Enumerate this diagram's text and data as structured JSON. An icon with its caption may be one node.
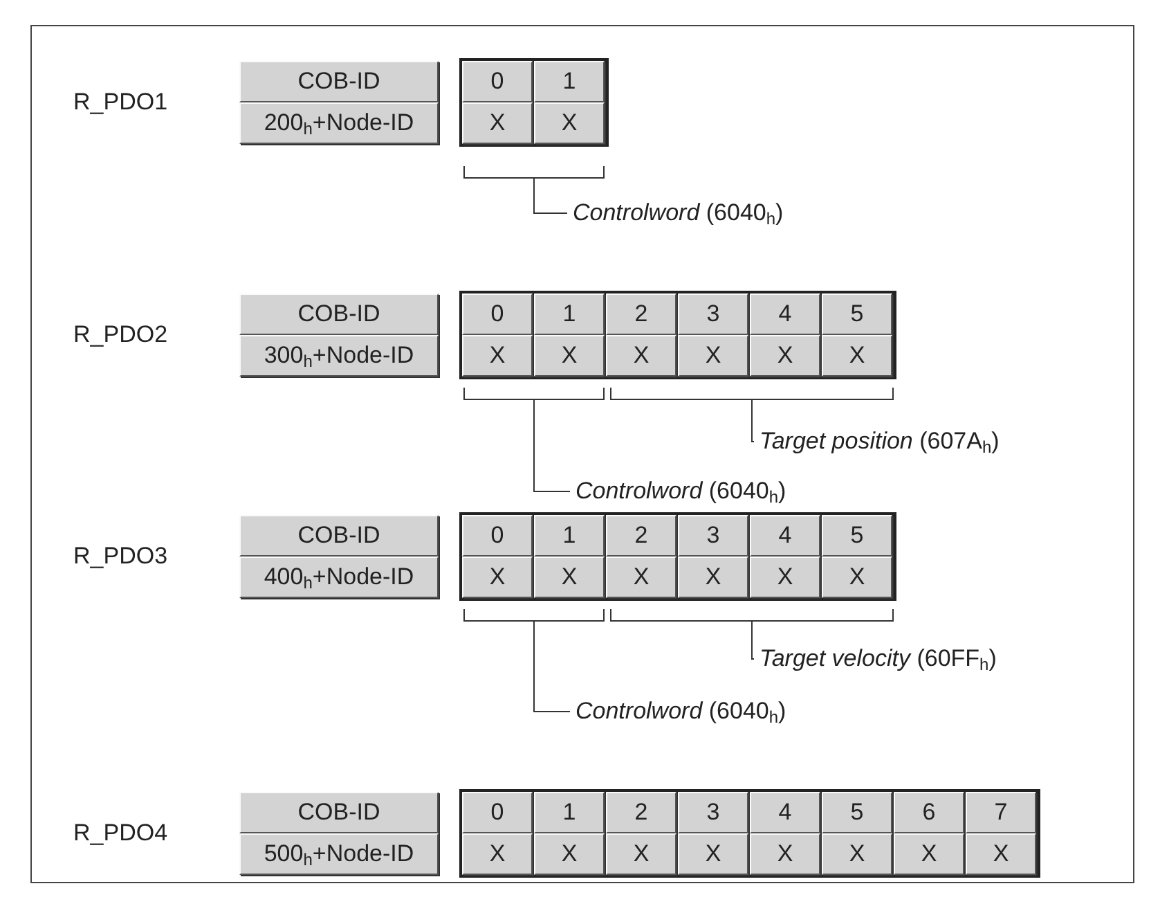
{
  "diagram": {
    "nodes": [
      {
        "text": [],
        "shape": "bracket"
      },
      {
        "text": [
          "*Controlword* (6040$_{h}$)"
        ]
      },
      {
        "text": [],
        "shape": "bracket"
      },
      {
        "text": [],
        "shape": "bracket"
      },
      {
        "text": [
          "*Target position* (607A$_{h}$)"
        ]
      },
      {
        "text": [
          "*Controlword* (6040$_{h}$)"
        ]
      },
      {
        "text": [],
        "shape": "bracket"
      },
      {
        "text": [],
        "shape": "bracket"
      },
      {
        "text": [
          "*Target velocity* (60FF$_{h}$)"
        ]
      },
      {
        "text": [
          "*Controlword* (6040$_{h}$)"
        ]
      }
    ],
    "edges": [
      {
        "from": 1,
        "to": 0,
        "arrow": "none"
      },
      {
        "from": 4,
        "to": 3,
        "arrow": "none"
      },
      {
        "from": 5,
        "to": 2,
        "arrow": "none"
      },
      {
        "from": 8,
        "to": 7,
        "arrow": "none"
      },
      {
        "from": 9,
        "to": 6,
        "arrow": "none"
      }
    ],
    "labels": [
      "R_PDO1",
      "COB-ID",
      "0",
      "1",
      "200$_{h}$+Node-ID",
      "X",
      "X",
      "R_PDO2",
      "COB-ID",
      "0",
      "1",
      "2",
      "3",
      "4",
      "5",
      "300$_{h}$+Node-ID",
      "X",
      "X",
      "X",
      "X",
      "X",
      "X",
      "R_PDO3",
      "COB-ID",
      "0",
      "1",
      "2",
      "3",
      "4",
      "5",
      "400$_{h}$+Node-ID",
      "X",
      "X",
      "X",
      "X",
      "X",
      "X",
      "R_PDO4",
      "COB-ID",
      "0",
      "1",
      "2",
      "3",
      "4",
      "5",
      "6",
      "7",
      "500$_{h}$+Node-ID",
      "X",
      "X",
      "X",
      "X",
      "X",
      "X",
      "X",
      "X"
    ]
  }
}
